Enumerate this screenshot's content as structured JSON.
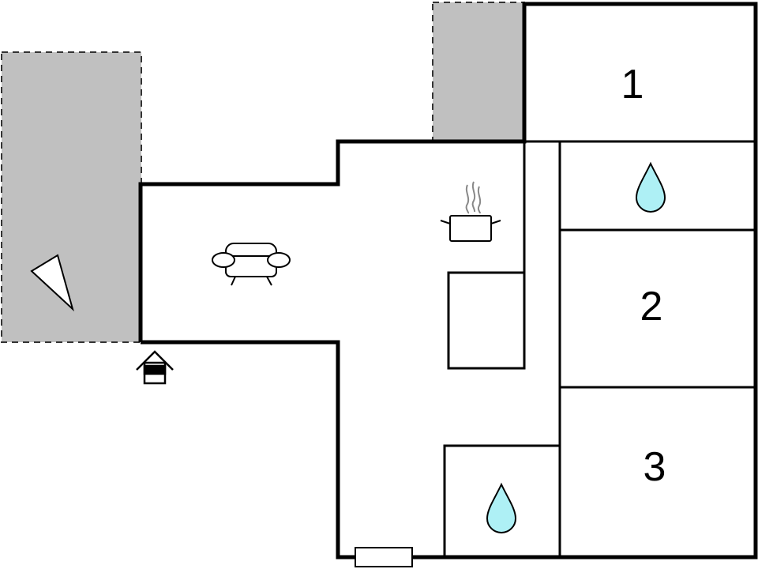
{
  "floorplan": {
    "colors": {
      "wall": "#000000",
      "terrace": "#c0c0c0",
      "water": "#aef0f5",
      "background": "#ffffff"
    },
    "rooms": [
      {
        "id": "bedroom-1",
        "label": "1",
        "type": "bedroom"
      },
      {
        "id": "bathroom-1",
        "label": "",
        "type": "bathroom",
        "icon": "water-drop-icon"
      },
      {
        "id": "bedroom-2",
        "label": "2",
        "type": "bedroom"
      },
      {
        "id": "bedroom-3",
        "label": "3",
        "type": "bedroom"
      },
      {
        "id": "bathroom-2",
        "label": "",
        "type": "bathroom",
        "icon": "water-drop-icon"
      },
      {
        "id": "living-room",
        "label": "",
        "type": "living",
        "icon": "sofa-icon"
      },
      {
        "id": "kitchen",
        "label": "",
        "type": "kitchen",
        "icon": "cooking-pot-icon"
      }
    ],
    "symbols": [
      "entrance-icon",
      "viewpoint-cone-icon",
      "heater-icon",
      "kitchen-counter"
    ],
    "terraces": [
      "terrace-west",
      "terrace-north"
    ]
  }
}
